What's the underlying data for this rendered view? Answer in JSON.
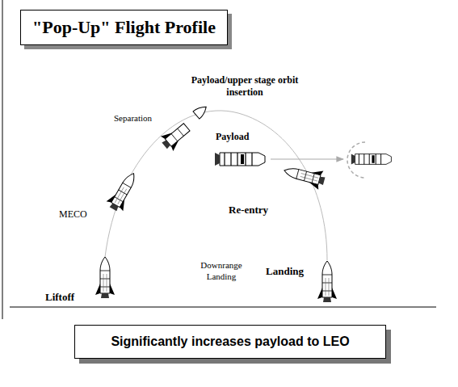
{
  "diagram": {
    "title": "\"Pop-Up\" Flight Profile",
    "caption": "Significantly increases payload to LEO",
    "labels": [
      "Payload/upper stage orbit insertion",
      "Separation",
      "Payload",
      "MECO",
      "Re-entry",
      "Downrange Landing",
      "Liftoff",
      "Landing"
    ]
  }
}
